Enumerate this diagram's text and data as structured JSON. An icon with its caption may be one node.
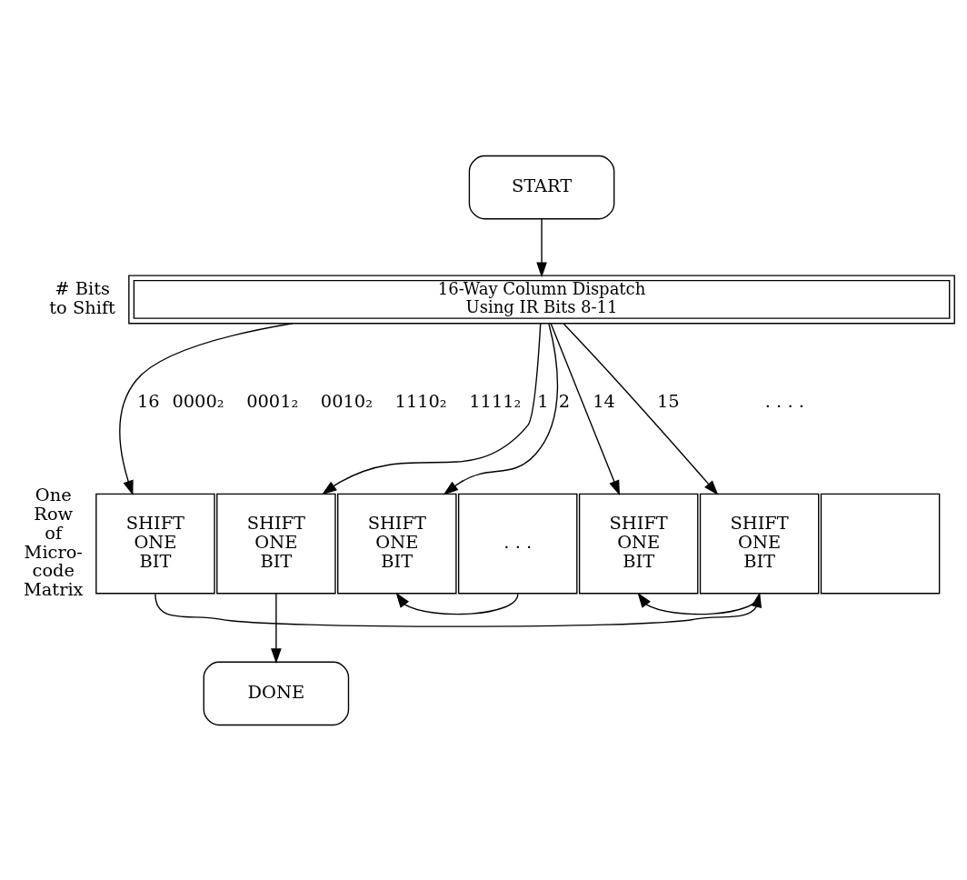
{
  "diagram": {
    "nodes": [
      {
        "text": [
          "START"
        ]
      },
      {
        "text": [
          "16-Way Column Dispatch",
          "Using IR Bits 8-11"
        ]
      },
      {
        "text": [
          "SHIFT ONE BIT"
        ]
      },
      {
        "text": [
          "SHIFT ONE BIT"
        ]
      },
      {
        "text": [
          "SHIFT ONE BIT"
        ]
      },
      {
        "text": [
          ". . ."
        ]
      },
      {
        "text": [
          "SHIFT ONE BIT"
        ]
      },
      {
        "text": [
          "SHIFT ONE BIT"
        ]
      },
      {
        "text": [],
        "shape": "box"
      },
      {
        "text": [
          "DONE"
        ]
      }
    ],
    "edges": [
      {
        "from": 0,
        "to": 1,
        "arrow": "to"
      },
      {
        "from": 1,
        "to": 2,
        "arrow": "to",
        "label": "16"
      },
      {
        "from": 1,
        "to": 3,
        "arrow": "to",
        "label": "1"
      },
      {
        "from": 1,
        "to": 4,
        "arrow": "to",
        "label": "2"
      },
      {
        "from": 1,
        "to": 6,
        "arrow": "to",
        "label": "14"
      },
      {
        "from": 1,
        "to": 7,
        "arrow": "to",
        "label": "15"
      },
      {
        "from": 5,
        "to": 4,
        "arrow": "to"
      },
      {
        "from": 7,
        "to": 6,
        "arrow": "to"
      },
      {
        "from": 2,
        "to": 7,
        "arrow": "to"
      },
      {
        "from": 3,
        "to": 9,
        "arrow": "to"
      }
    ],
    "labels": [
      "# Bits to Shift",
      ". . . .",
      "0000₂",
      "0001₂",
      "0010₂",
      "1110₂",
      "1111₂",
      "One Row of Micro- code Matrix"
    ]
  }
}
